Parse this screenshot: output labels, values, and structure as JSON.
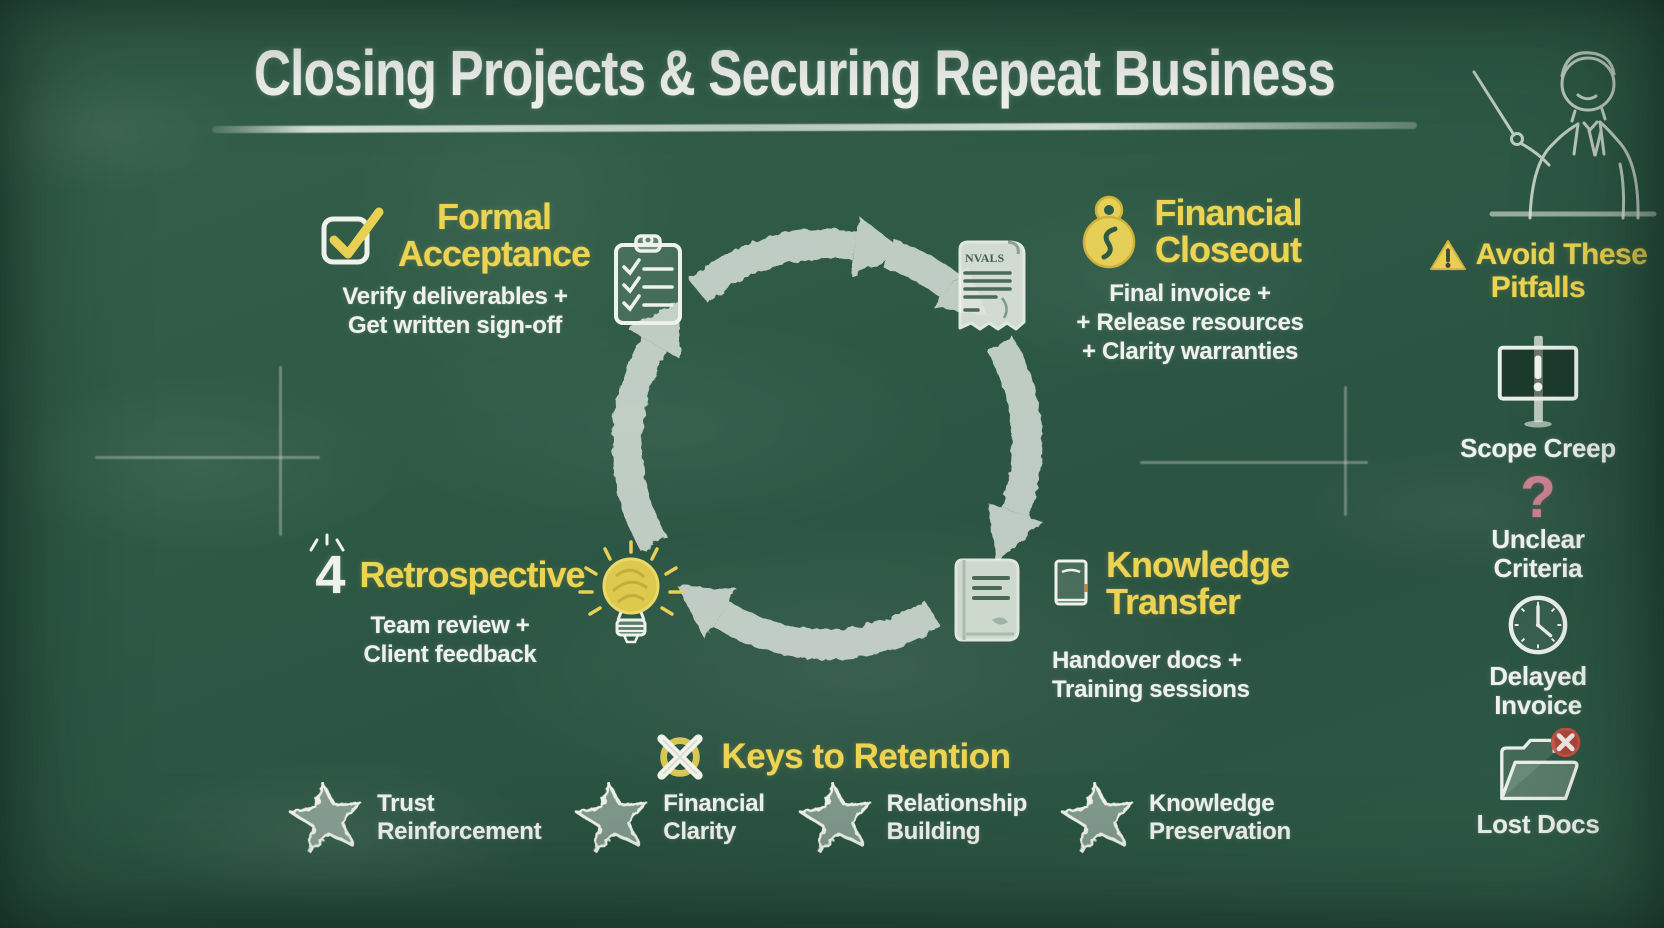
{
  "title": "Closing Projects & Securing Repeat Business",
  "colors": {
    "board_green": "#2e5b47",
    "chalk_white": "#f2f4ee",
    "chalk_yellow": "#ecd351",
    "pink_accent": "#c9818e",
    "alert_red": "#c0463c"
  },
  "cycle": {
    "receipt_label": "NVALS",
    "stages": [
      {
        "icon": "checkbox-check-icon",
        "node_icon": "clipboard-checklist-icon",
        "title_lines": [
          "Formal",
          "Acceptance"
        ],
        "desc_lines": [
          "Verify deliverables +",
          "Get written sign-off"
        ]
      },
      {
        "icon": "money-bag-icon",
        "node_icon": "receipt-icon",
        "title_lines": [
          "Financial",
          "Closeout"
        ],
        "desc_lines": [
          "Final invoice +",
          "+ Release resources",
          "+ Clarity warranties"
        ]
      },
      {
        "icon": "book-icon",
        "node_icon": "book-icon",
        "title_lines": [
          "Knowledge",
          "Transfer"
        ],
        "desc_lines": [
          "Handover docs +",
          "Training sessions"
        ]
      },
      {
        "icon": "number-4",
        "node_icon": "lightbulb-icon",
        "number": "4",
        "title_lines": [
          "Retrospective"
        ],
        "desc_lines": [
          "Team review +",
          "Client feedback"
        ]
      }
    ]
  },
  "retention": {
    "icon": "crossed-keys-icon",
    "title": "Keys to Retention",
    "items": [
      {
        "icon": "star-icon",
        "label_lines": [
          "Trust",
          "Reinforcement"
        ]
      },
      {
        "icon": "star-icon",
        "label_lines": [
          "Financial",
          "Clarity"
        ]
      },
      {
        "icon": "star-icon",
        "label_lines": [
          "Relationship",
          "Building"
        ]
      },
      {
        "icon": "star-icon",
        "label_lines": [
          "Knowledge",
          "Preservation"
        ]
      }
    ]
  },
  "pitfalls": {
    "icon": "warning-triangle-icon",
    "title_lines": [
      "Avoid These",
      "Pitfalls"
    ],
    "question_mark": "?",
    "items": [
      {
        "icon": "warning-sign-icon",
        "label_lines": [
          "Scope Creep"
        ]
      },
      {
        "icon": "question-mark-icon",
        "label_lines": [
          "Unclear",
          "Criteria"
        ]
      },
      {
        "icon": "clock-icon",
        "label_lines": [
          "Delayed",
          "Invoice"
        ]
      },
      {
        "icon": "lost-folder-icon",
        "label_lines": [
          "Lost Docs"
        ]
      }
    ]
  }
}
